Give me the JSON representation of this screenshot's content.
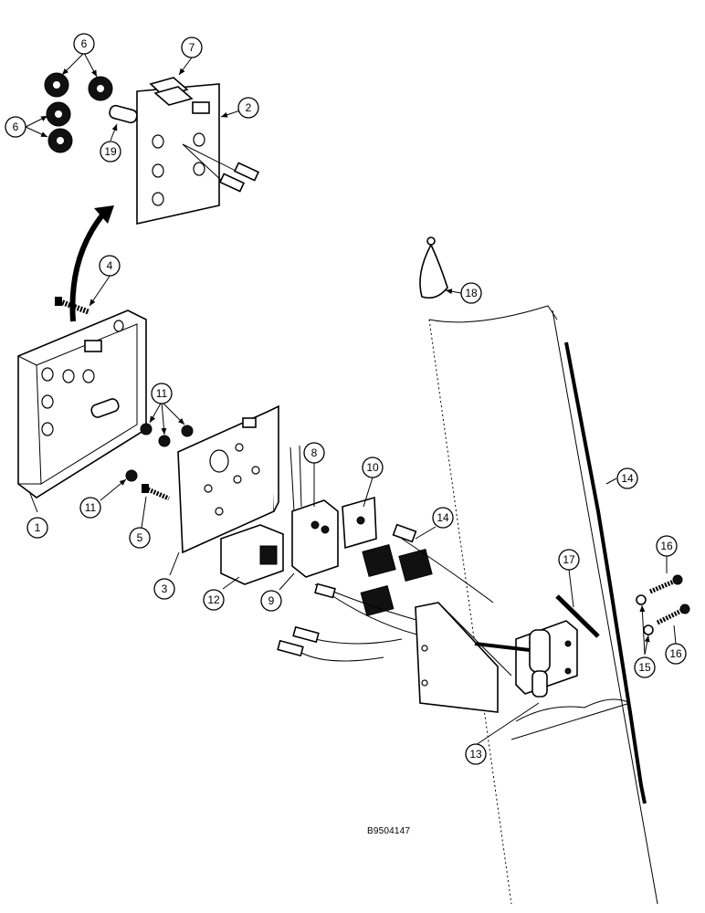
{
  "diagram": {
    "drawing_code": "B9504147",
    "callouts": [
      "1",
      "2",
      "3",
      "4",
      "5",
      "6",
      "6",
      "7",
      "8",
      "9",
      "10",
      "11",
      "11",
      "12",
      "13",
      "14",
      "14",
      "15",
      "16",
      "16",
      "17",
      "18",
      "19"
    ]
  }
}
